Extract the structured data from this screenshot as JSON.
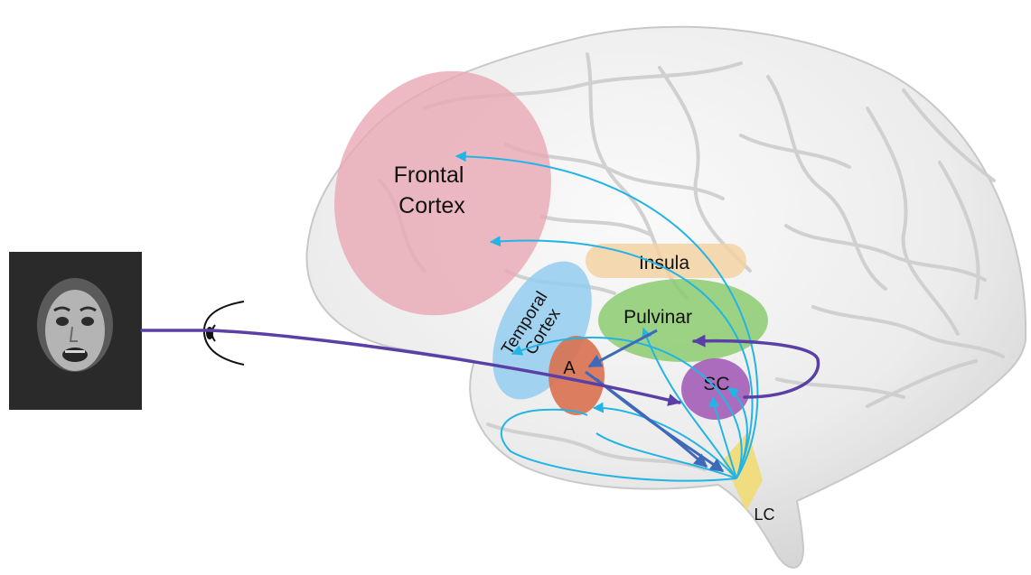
{
  "regions": {
    "frontal": "Frontal\nCortex",
    "insula": "Insula",
    "temporal": "Temporal\nCortex",
    "pulvinar": "Pulvinar",
    "amygdala": "A",
    "sc": "SC",
    "lc": "LC"
  },
  "colors": {
    "frontal": "#e8a9b4",
    "insula": "#f3d2a3",
    "temporal": "#93cdee",
    "pulvinar": "#8ccb6e",
    "amygdala": "#d9704f",
    "sc": "#a35db8",
    "lc": "#f0dc73",
    "cyan_path": "#23b4e6",
    "blue_path": "#3d69b8",
    "purple_path": "#5a3fa6"
  }
}
